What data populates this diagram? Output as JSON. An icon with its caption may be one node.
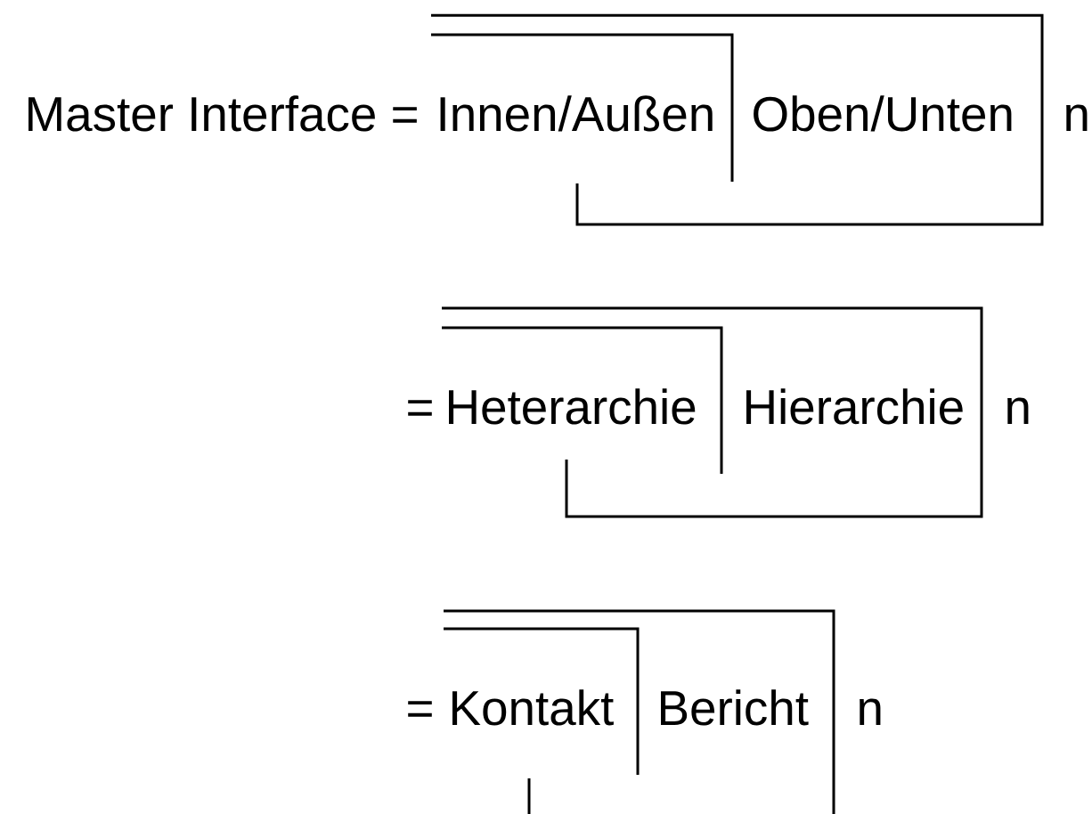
{
  "diagram": {
    "labels": [
      "Master Interface =",
      "Innen/Außen",
      "Oben/Unten",
      "n",
      "=",
      "Heterarchie",
      "Hierarchie",
      "n",
      "=",
      "Kontakt",
      "Bericht",
      "n"
    ]
  }
}
